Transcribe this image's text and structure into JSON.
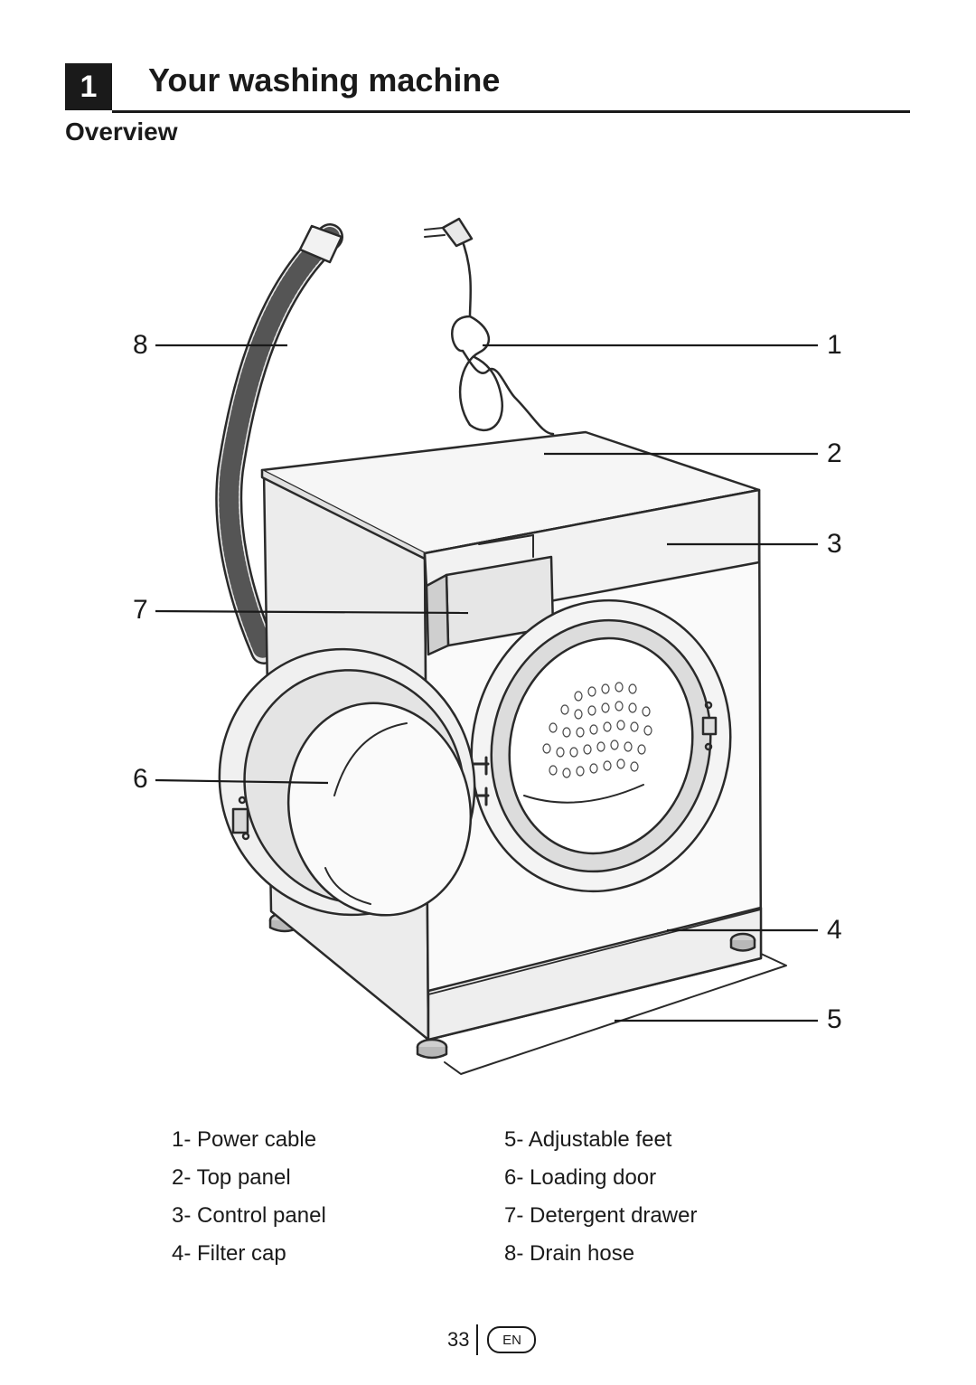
{
  "chapter": {
    "number": "1",
    "title": "Your washing machine"
  },
  "section": {
    "title": "Overview"
  },
  "figure": {
    "callouts": [
      "1",
      "2",
      "3",
      "4",
      "5",
      "6",
      "7",
      "8"
    ]
  },
  "legend": {
    "left": [
      {
        "num": "1-",
        "label": "Power cable"
      },
      {
        "num": "2-",
        "label": "Top panel"
      },
      {
        "num": "3-",
        "label": "Control panel"
      },
      {
        "num": "4-",
        "label": "Filter cap"
      }
    ],
    "right": [
      {
        "num": "5-",
        "label": "Adjustable feet"
      },
      {
        "num": "6-",
        "label": "Loading door"
      },
      {
        "num": "7-",
        "label": "Detergent drawer"
      },
      {
        "num": "8-",
        "label": "Drain hose"
      }
    ]
  },
  "footer": {
    "page_number": "33",
    "language": "EN"
  }
}
